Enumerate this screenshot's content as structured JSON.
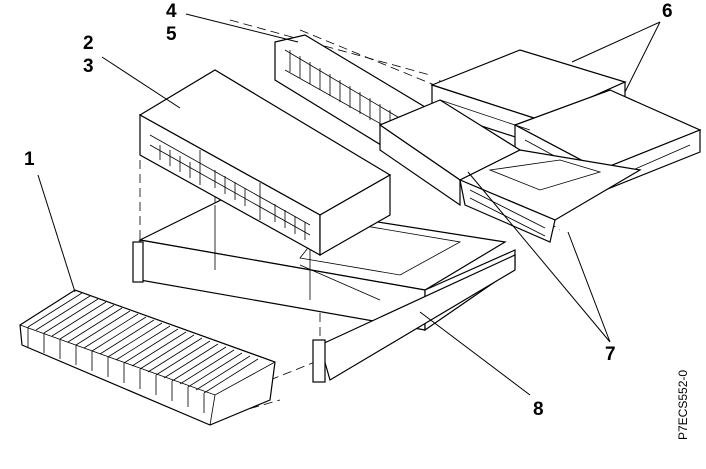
{
  "callouts": {
    "c1": "1",
    "c2": "2",
    "c3": "3",
    "c4": "4",
    "c5": "5",
    "c6": "6",
    "c7": "7",
    "c8": "8"
  },
  "figure_id": "P7ECS552-0",
  "colors": {
    "line": "#000000",
    "background": "#ffffff"
  }
}
